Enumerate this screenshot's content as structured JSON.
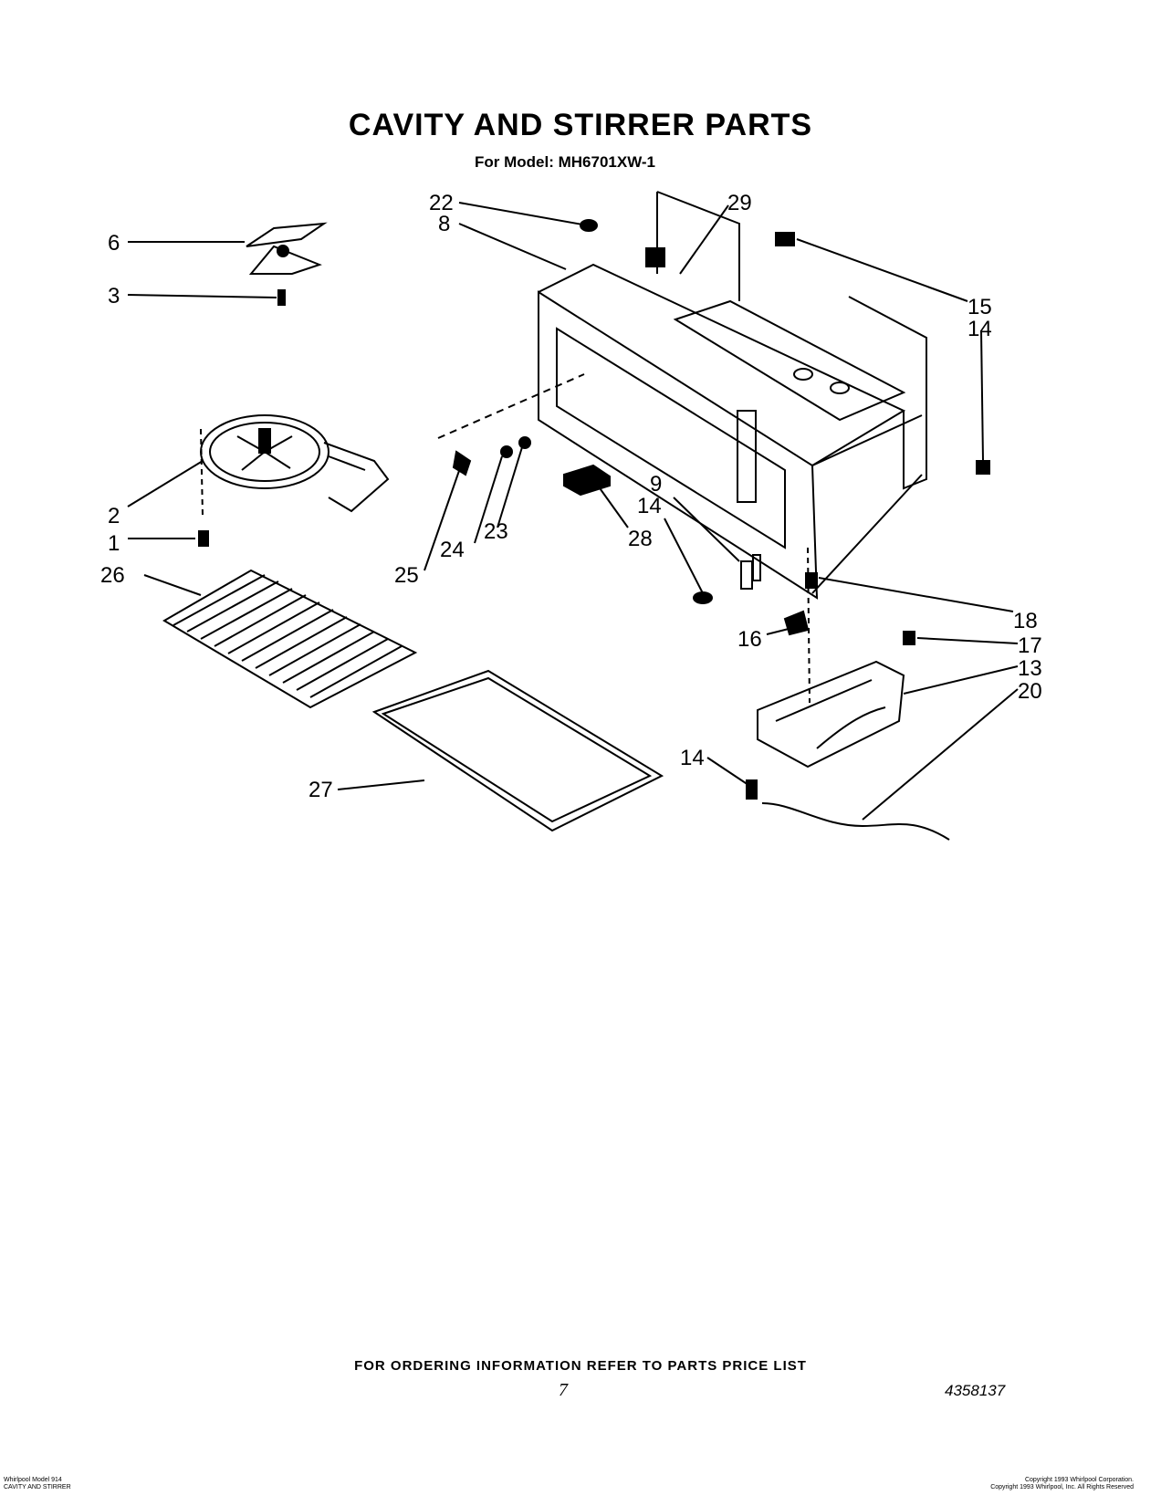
{
  "header": {
    "title": "CAVITY AND STIRRER PARTS",
    "model_line": "For Model: MH6701XW-1"
  },
  "callouts": {
    "c1": "1",
    "c2": "2",
    "c3": "3",
    "c6": "6",
    "c8": "8",
    "c9": "9",
    "c13": "13",
    "c14a": "14",
    "c14b": "14",
    "c14c": "14",
    "c15": "15",
    "c16": "16",
    "c17": "17",
    "c18": "18",
    "c20": "20",
    "c22": "22",
    "c23": "23",
    "c24": "24",
    "c25": "25",
    "c26": "26",
    "c27": "27",
    "c28": "28",
    "c29": "29"
  },
  "footer": {
    "ordering_note": "FOR ORDERING INFORMATION REFER TO PARTS PRICE LIST",
    "page_number": "7",
    "document_number": "4358137",
    "left_fine_1": "Whirlpool Model 914",
    "left_fine_2": "CAVITY AND STIRRER",
    "right_fine_1": "Copyright 1993 Whirlpool Corporation.",
    "right_fine_2": "Copyright 1993 Whirlpool, Inc. All Rights Reserved"
  }
}
